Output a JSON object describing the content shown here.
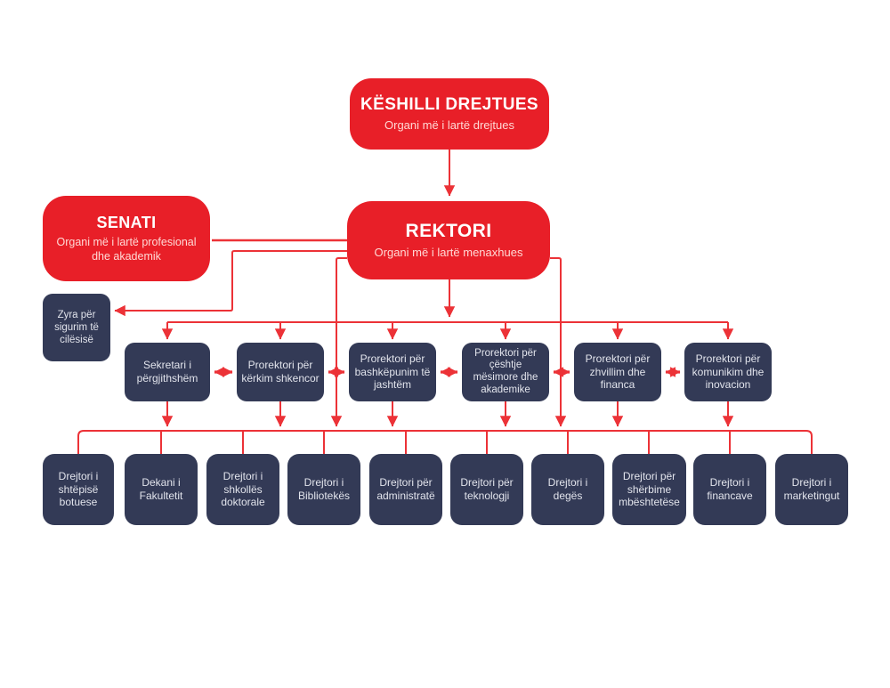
{
  "colors": {
    "red": "#e81f28",
    "line": "#ec3237",
    "navy": "#333a56",
    "node-text": "#e2e4ec",
    "subtitle": "#ffd9d5",
    "bg": "#ffffff"
  },
  "keshilli": {
    "title": "KËSHILLI DREJTUES",
    "subtitle": "Organi më i lartë drejtues"
  },
  "senati": {
    "title": "SENATI",
    "subtitle": "Organi më i lartë profesional dhe akademik"
  },
  "rektori": {
    "title": "REKTORI",
    "subtitle": "Organi më i lartë menaxhues"
  },
  "quality_office": {
    "label": "Zyra për sigurim të cilësisë"
  },
  "middle_row": [
    {
      "label": "Sekretari i përgjithshëm"
    },
    {
      "label": "Prorektori për kërkim shkencor"
    },
    {
      "label": "Prorektori për bashkëpunim të jashtëm"
    },
    {
      "label": "Prorektori për çështje mësimore dhe akademike"
    },
    {
      "label": "Prorektori për zhvillim dhe financa"
    },
    {
      "label": "Prorektori për komunikim dhe inovacion"
    }
  ],
  "bottom_row": [
    {
      "label": "Drejtori i shtëpisë botuese"
    },
    {
      "label": "Dekani i Fakultetit"
    },
    {
      "label": "Drejtori i shkollës doktorale"
    },
    {
      "label": "Drejtori i Bibliotekës"
    },
    {
      "label": "Drejtori për administratë"
    },
    {
      "label": "Drejtori për teknologji"
    },
    {
      "label": "Drejtori i degës"
    },
    {
      "label": "Drejtori për shërbime mbështetëse"
    },
    {
      "label": "Drejtori i financave"
    },
    {
      "label": "Drejtori i marketingut"
    }
  ]
}
